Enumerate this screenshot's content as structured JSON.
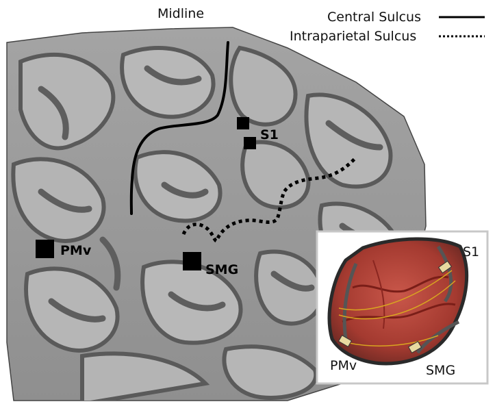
{
  "labels": {
    "midline": "Midline",
    "s1": "S1",
    "pmv": "PMv",
    "smg": "SMG"
  },
  "legend": {
    "central": "Central Sulcus",
    "intraparietal": "Intraparietal Sulcus"
  },
  "inset": {
    "s1": "S1",
    "pmv": "PMv",
    "smg": "SMG"
  },
  "colors": {
    "brain": "#9b9b9b",
    "gyrus_light": "#b3b3b3",
    "sulcus_dark": "#5f5f5f",
    "marker": "#000000",
    "inset_frame": "#c8c8c8",
    "cortex_red": "#b0453a",
    "wire": "#d9a520"
  }
}
